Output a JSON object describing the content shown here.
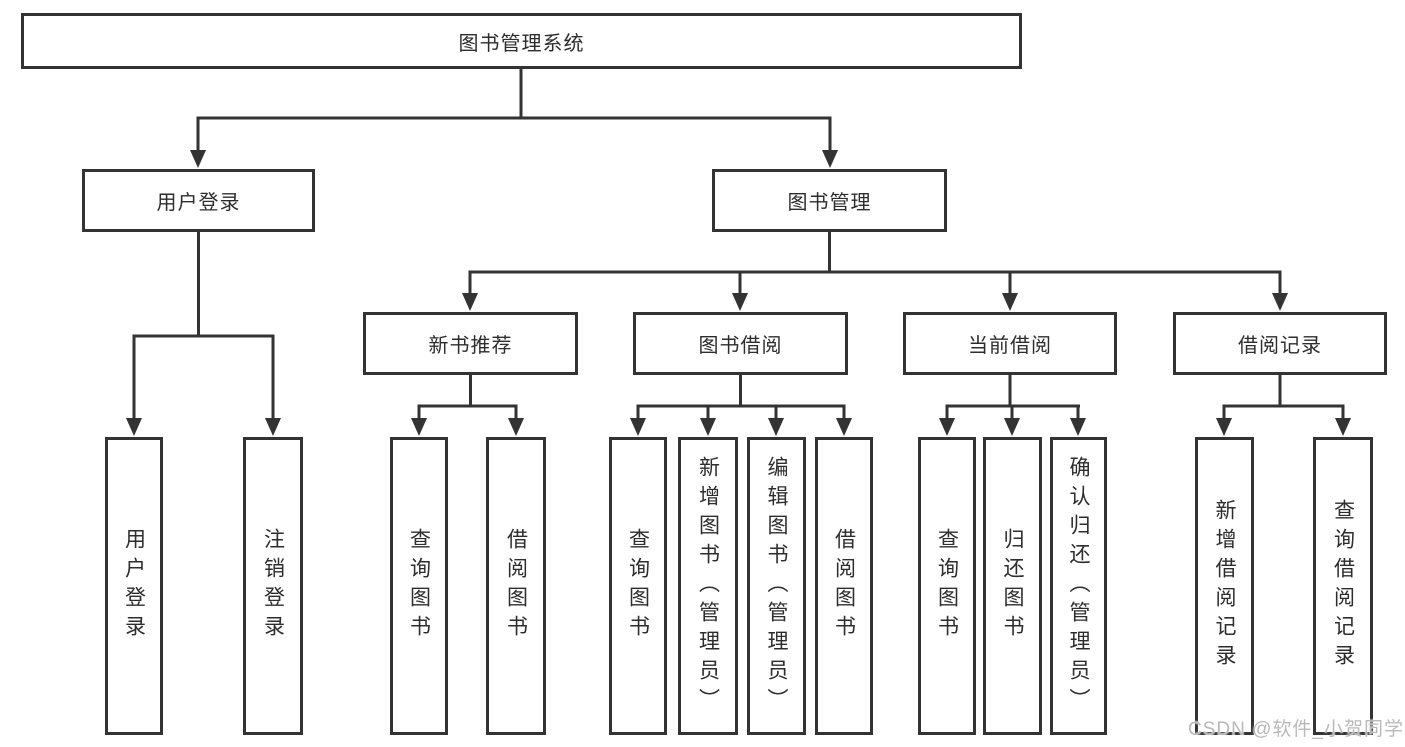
{
  "colors": {
    "line": "#333333",
    "box_border": "#333333",
    "text": "#2d2d2d",
    "watermark": "#b9b9b9",
    "background": "#ffffff"
  },
  "diagram": {
    "root": {
      "label": "图书管理系统"
    },
    "level2": [
      {
        "id": "user-login",
        "label": "用户登录"
      },
      {
        "id": "book-management",
        "label": "图书管理"
      }
    ],
    "level3": [
      {
        "id": "new-book-recommend",
        "label": "新书推荐"
      },
      {
        "id": "book-borrow",
        "label": "图书借阅"
      },
      {
        "id": "current-borrow",
        "label": "当前借阅"
      },
      {
        "id": "borrow-records",
        "label": "借阅记录"
      }
    ],
    "leaves": [
      {
        "id": "leaf-user-login",
        "parent": "user-login",
        "label": "用户登录"
      },
      {
        "id": "leaf-logout",
        "parent": "user-login",
        "label": "注销登录"
      },
      {
        "id": "leaf-query-books-1",
        "parent": "new-book-recommend",
        "label": "查询图书"
      },
      {
        "id": "leaf-borrow-books-1",
        "parent": "new-book-recommend",
        "label": "借阅图书"
      },
      {
        "id": "leaf-query-books-2",
        "parent": "book-borrow",
        "label": "查询图书"
      },
      {
        "id": "leaf-add-books-admin",
        "parent": "book-borrow",
        "label": "新增图书（管理员）"
      },
      {
        "id": "leaf-edit-books-admin",
        "parent": "book-borrow",
        "label": "编辑图书（管理员）"
      },
      {
        "id": "leaf-borrow-books-2",
        "parent": "book-borrow",
        "label": "借阅图书"
      },
      {
        "id": "leaf-query-books-3",
        "parent": "current-borrow",
        "label": "查询图书"
      },
      {
        "id": "leaf-return-books",
        "parent": "current-borrow",
        "label": "归还图书"
      },
      {
        "id": "leaf-confirm-return-admin",
        "parent": "current-borrow",
        "label": "确认归还（管理员）"
      },
      {
        "id": "leaf-add-borrow-record",
        "parent": "borrow-records",
        "label": "新增借阅记录"
      },
      {
        "id": "leaf-query-borrow-record",
        "parent": "borrow-records",
        "label": "查询借阅记录"
      }
    ]
  },
  "watermark": {
    "text": "CSDN @软件_小贺同学"
  }
}
